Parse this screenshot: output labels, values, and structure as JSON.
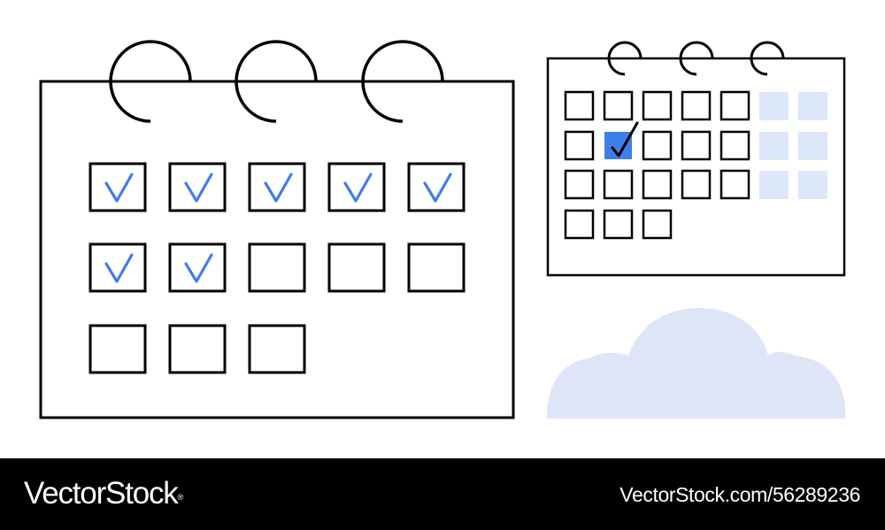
{
  "colors": {
    "outline": "#000000",
    "accent": "#3f7ee8",
    "accent_light": "#dde7fa",
    "cloud": "#dce6f7",
    "background": "#ffffff",
    "footer_background": "#000000",
    "footer_text": "#ffffff"
  },
  "large_calendar": {
    "rings": 3,
    "day_boxes": [
      true,
      true,
      true,
      true,
      true,
      true,
      true,
      false,
      false,
      false,
      false,
      false,
      false
    ],
    "checkmark_icon": "check-icon"
  },
  "small_calendar": {
    "rings": 3,
    "outlined_days": 18,
    "highlighted_day": 7,
    "shaded_days": 6,
    "checkmark_icon": "check-icon"
  },
  "cloud": {
    "icon": "cloud-icon"
  },
  "footer": {
    "brand": "VectorStock",
    "registered_mark": "®",
    "image_id": "VectorStock.com/56289236"
  }
}
